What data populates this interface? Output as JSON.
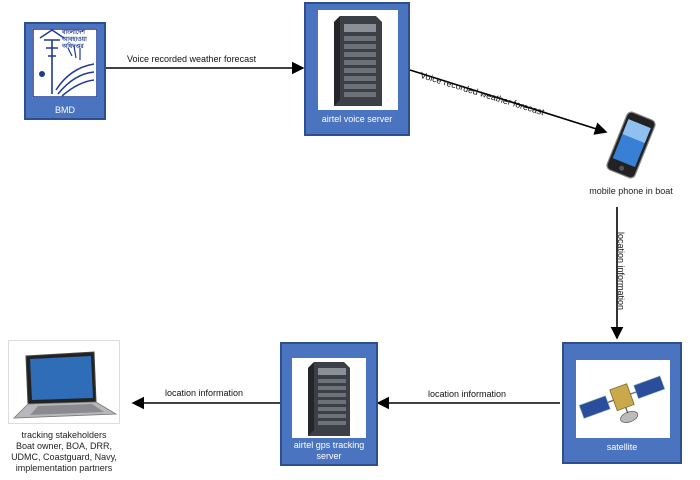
{
  "nodes": {
    "bmd": {
      "caption": "BMD",
      "logo_text": "বাংলাদেশ আবহাওয়া অধিদপ্তর"
    },
    "voice_server": {
      "caption": "airtel voice server"
    },
    "mobile": {
      "caption": "mobile phone in boat"
    },
    "satellite": {
      "caption": "satellite"
    },
    "gps_server": {
      "caption_line1": "airtel gps tracking",
      "caption_line2": "server"
    },
    "stakeholders": {
      "line1": "tracking stakeholders",
      "line2": "Boat owner, BOA, DRR,",
      "line3": "UDMC, Coastguard, Navy,",
      "line4": "implementation partners"
    }
  },
  "edges": {
    "bmd_to_voice": "Voice recorded weather forecast",
    "voice_to_mobile": "Voice recorded weather forecast",
    "mobile_to_satellite": "location information",
    "satellite_to_gps": "location information",
    "gps_to_stakeholders": "location information"
  },
  "colors": {
    "node_fill": "#4a73c0",
    "node_border": "#2d4f8f",
    "arrow": "#000000"
  }
}
